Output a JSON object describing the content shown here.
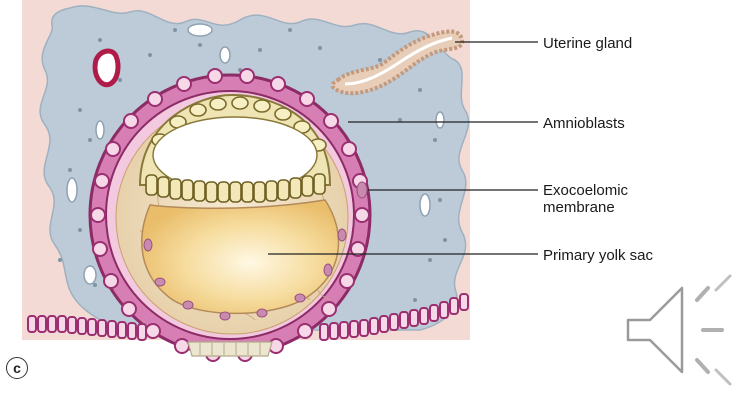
{
  "diagram": {
    "labels": {
      "uterine_gland": "Uterine gland",
      "amnioblasts": "Amnioblasts",
      "exocoelomic_line1": "Exocoelomic",
      "exocoelomic_line2": "membrane",
      "primary_yolk_sac": "Primary yolk sac"
    },
    "panel_letter": "c"
  },
  "controls": {
    "speaker_icon": "speaker-volume-icon"
  },
  "colors": {
    "endometrium_bg": "#f3dcd8",
    "stroma": "#b9c9d6",
    "trophoblast": "#d46aa6",
    "trophoblast_dark": "#8c2b66",
    "amnioblast": "#e9e0a8",
    "yolk_sac": "#f4d48f",
    "extraembryonic": "#f3e5c9",
    "gland": "#d8b096"
  }
}
